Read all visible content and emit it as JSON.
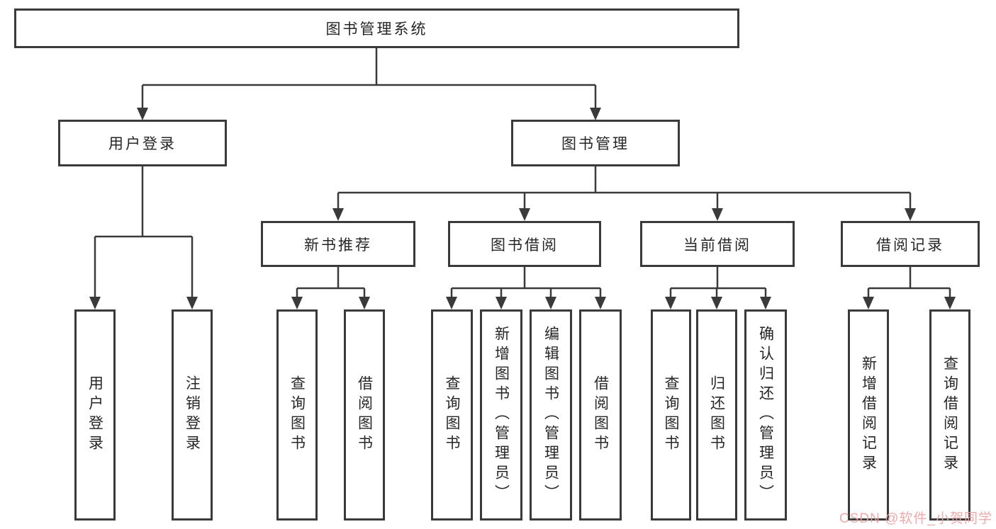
{
  "diagram_type": "hierarchy-chart",
  "tree": {
    "label": "图书管理系统",
    "children": [
      {
        "label": "用户登录",
        "children": [
          {
            "label": "用户登录"
          },
          {
            "label": "注销登录"
          }
        ]
      },
      {
        "label": "图书管理",
        "children": [
          {
            "label": "新书推荐",
            "children": [
              {
                "label": "查询图书"
              },
              {
                "label": "借阅图书"
              }
            ]
          },
          {
            "label": "图书借阅",
            "children": [
              {
                "label": "查询图书"
              },
              {
                "label": "新增图书（管理员）"
              },
              {
                "label": "编辑图书（管理员）"
              },
              {
                "label": "借阅图书"
              }
            ]
          },
          {
            "label": "当前借阅",
            "children": [
              {
                "label": "查询图书"
              },
              {
                "label": "归还图书"
              },
              {
                "label": "确认归还（管理员）"
              }
            ]
          },
          {
            "label": "借阅记录",
            "children": [
              {
                "label": "新增借阅记录"
              },
              {
                "label": "查询借阅记录"
              }
            ]
          }
        ]
      }
    ]
  },
  "watermark": {
    "text": "CSDN @软件_小贺同学"
  },
  "colors": {
    "line": "#3a3a3a",
    "box_border": "#3a3a3a",
    "text": "#262626",
    "watermark": "#eda6a6",
    "background": "#ffffff"
  }
}
